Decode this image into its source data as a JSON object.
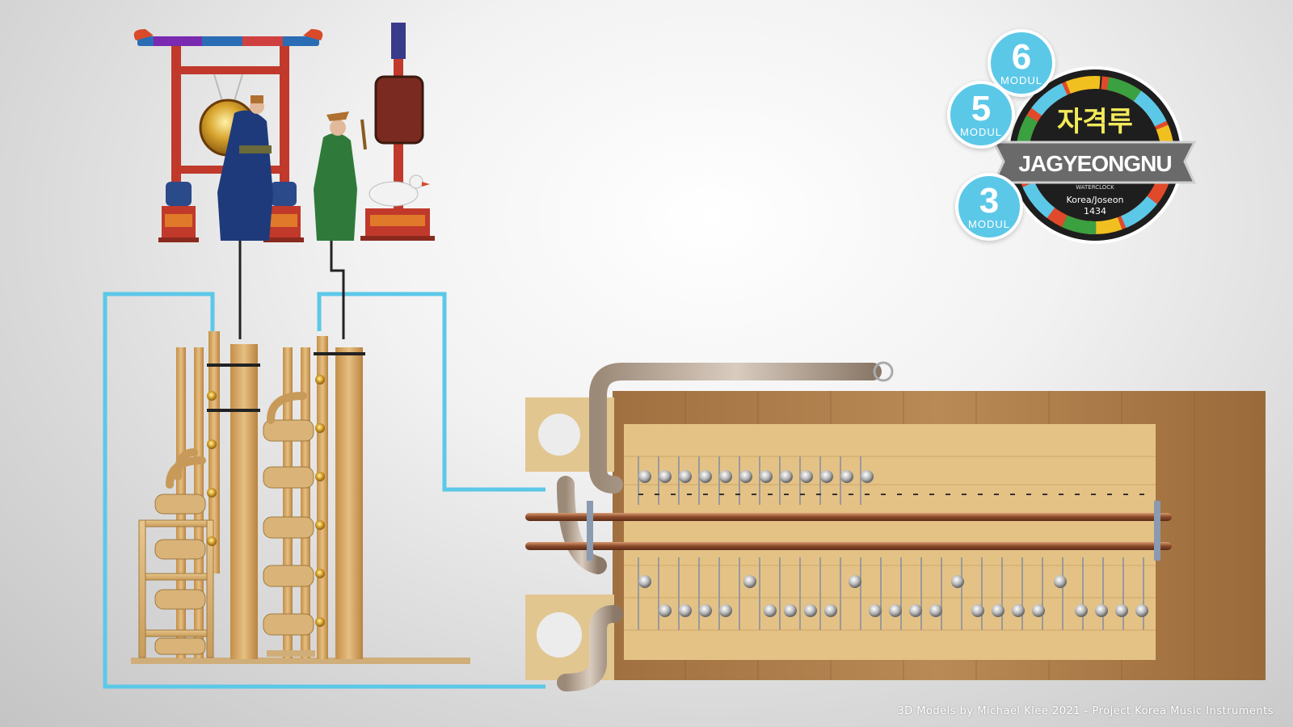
{
  "logo": {
    "title_korean": "자격루",
    "title": "JAGYEONGNU",
    "subtitle": "WATERCLOCK",
    "origin": "Korea/Joseon",
    "year": "1434"
  },
  "modules": [
    {
      "number": "6",
      "label": "MODUL"
    },
    {
      "number": "5",
      "label": "MODUL"
    },
    {
      "number": "3",
      "label": "MODUL"
    }
  ],
  "footer": {
    "credit": "3D Models by Michael Klee 2021 - Project Korea Music Instruments"
  },
  "colors": {
    "accent_cyan": "#5cc8e8",
    "frame_red": "#c0392b",
    "wood": "#d4a764",
    "logo_dark": "#1e1e1e"
  },
  "icons": [
    "gong-icon",
    "drum-icon",
    "figure-blue-icon",
    "figure-green-icon",
    "bird-icon"
  ]
}
